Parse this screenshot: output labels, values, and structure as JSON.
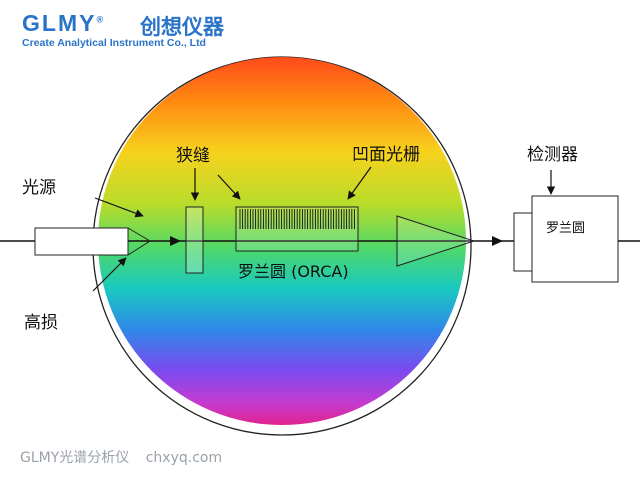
{
  "logo": {
    "brand": "GLMY",
    "registered": "®",
    "name_cn": "创想仪器",
    "tagline": "Create Analytical Instrument Co., Ltd"
  },
  "labels": {
    "light_source": "光源",
    "slit": "狭缝",
    "concave_grating": "凹面光栅",
    "detector": "检测器",
    "detector_box": "罗兰圆",
    "rowland_circle": "罗兰圆 (ORCA)",
    "high_loss": "高损"
  },
  "footer": {
    "brand_text": "GLMY光谱分析仪",
    "website": "chxyq.com"
  },
  "colors": {
    "brand_blue": "#2a74c8",
    "footer_gray": "#9aa1a9",
    "line": "#111111"
  }
}
